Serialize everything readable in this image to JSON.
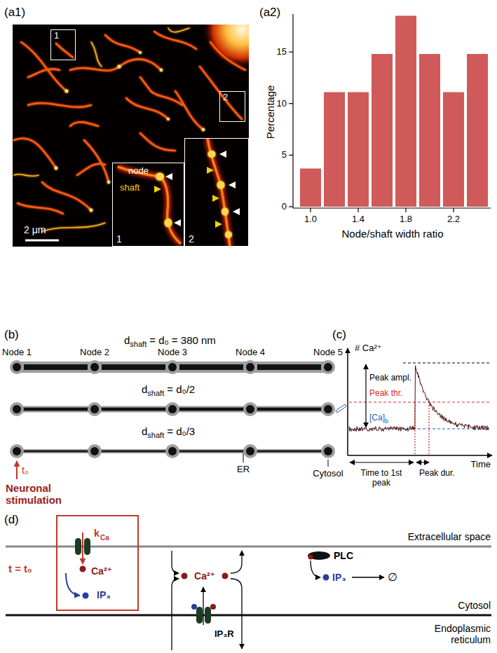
{
  "diagram": {
    "nodes": [
      {
        "text": [
          "1"
        ]
      },
      {
        "text": [
          "2"
        ]
      },
      {
        "text": [
          "1",
          "node",
          "shaft"
        ]
      },
      {
        "text": [
          "2"
        ]
      },
      {
        "text": [
          "Node 1"
        ]
      },
      {
        "text": [
          "Node 2"
        ]
      },
      {
        "text": [
          "Node 3"
        ]
      },
      {
        "text": [
          "Node 4"
        ]
      },
      {
        "text": [
          "Node 5"
        ]
      },
      {
        "text": [
          "t = t₀",
          "k",
          "Ca",
          "Ca²⁺",
          "IP₃"
        ]
      }
    ],
    "edges": [
      {
        "from": 4,
        "to": 5,
        "arrow": "none"
      },
      {
        "from": 5,
        "to": 6,
        "arrow": "none"
      },
      {
        "from": 6,
        "to": 7,
        "arrow": "none"
      },
      {
        "from": 7,
        "to": 8,
        "arrow": "none"
      }
    ],
    "labels": [
      "(a1)",
      "2 μm",
      "(a2)",
      "0",
      "5",
      "10",
      "15",
      "Percentage",
      "1.0",
      "1.4",
      "1.8",
      "2.2",
      "Node/shaft width ratio",
      "(b)",
      "d",
      "shaft",
      "= d₀ = 380 nm",
      "d",
      "shaft",
      "= d₀/2",
      "d",
      "shaft",
      "= d₀/3",
      "ER",
      "Cytosol",
      "t₀",
      "Neuronal stimulation",
      "(c)",
      "# Ca²⁺",
      "Peak ampl.",
      "Peak thr.",
      "[Ca]",
      "b",
      "Time",
      "Time to 1st peak",
      "Peak dur.",
      "(d)",
      "Extracellular space",
      "Cytosol",
      "Endoplasmic reticulum",
      "Ca²⁺",
      "IP₃R",
      "PLC",
      "IP₃",
      "∅"
    ]
  }
}
